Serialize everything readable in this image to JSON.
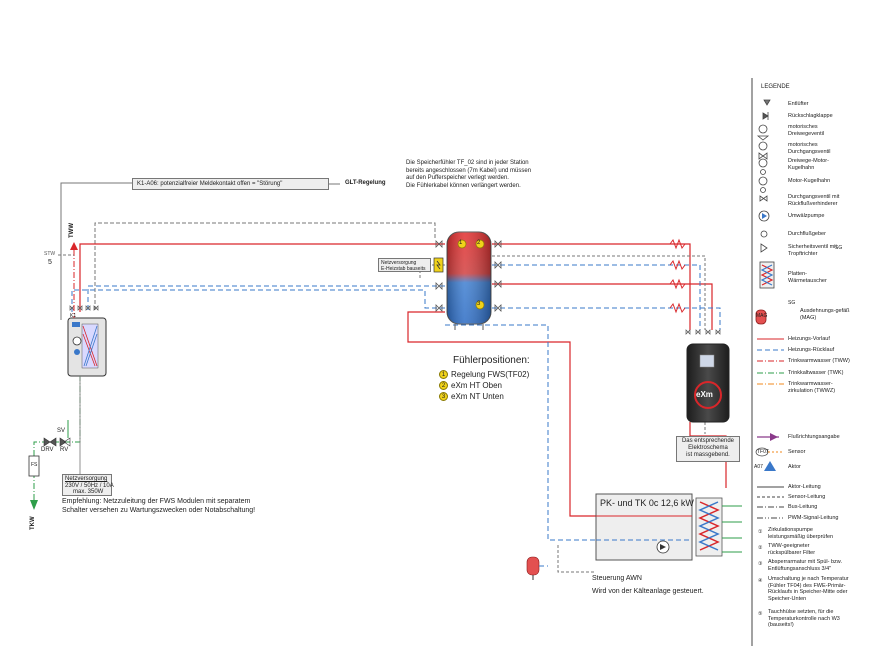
{
  "notes": {
    "sensor_note": [
      "Die Speicherfühler TF_02 sind in jeder Station",
      "bereits angeschlossen (7m Kabel) und müssen",
      "auf den Pufferspeicher verlegt werden.",
      "Die Fühlerkabel können verlängert werden."
    ],
    "k1_label": "K1-A06: potenzialfreier Meldekontakt offen = \"Störung\"",
    "glt_label": "GLT-Regelung",
    "heater_label": [
      "Netzversorgung",
      "E-Heizstab bauseits"
    ],
    "elektro_note": [
      "Das entsprechende",
      "Elektroschema",
      "ist massgebend."
    ],
    "power_supply": [
      "Netzversorgung",
      "230V / 50Hz / 10A",
      "max. 350W"
    ],
    "recommendation": [
      "Empfehlung: Netzzuleitung der FWS Modulen mit separatem",
      "Schalter versehen zu Wartungszwecken oder Notabschaltung!"
    ],
    "awn_title": "Steuerung AWN",
    "awn_text": "Wird von der Kälteanlage gesteuert."
  },
  "labels": {
    "tww": "TWW",
    "tkw": "TKW",
    "stw": "STW",
    "stw_num": "5",
    "sv": "SV",
    "drv": "DRV",
    "rv": "RV",
    "fs": "FS",
    "k1": "K1",
    "exm": "eXm",
    "pk_title": "PK- und TK 0c 12,6 kW"
  },
  "sensors": {
    "title": "Fühlerpositionen:",
    "items": [
      {
        "num": "1",
        "text": "Regelung FWS(TF02)"
      },
      {
        "num": "2",
        "text": "eXm HT Oben"
      },
      {
        "num": "3",
        "text": "eXm NT Unten"
      }
    ]
  },
  "legend": {
    "title": "LEGENDE",
    "items": [
      {
        "icon": "vent-icon",
        "text": "Entlüfter"
      },
      {
        "icon": "check-valve-icon",
        "text": "Rückschlagklappe"
      },
      {
        "icon": "three-way-valve-icon",
        "text": "motorisches Dreiwegeventil"
      },
      {
        "icon": "two-way-valve-icon",
        "text": "motorisches Durchgangsventil"
      },
      {
        "icon": "three-way-ball-icon",
        "text": "Dreiwege-Motor-Kugelhahn"
      },
      {
        "icon": "ball-valve-icon",
        "text": "Motor-Kugelhahn"
      },
      {
        "icon": "straight-valve-icon",
        "text": "Durchgangsventil mit Rückflußverhinderer"
      },
      {
        "icon": "pump-icon",
        "text": "Umwälzpumpe"
      },
      {
        "icon": "flow-sensor-icon",
        "text": "Durchflußgeber"
      },
      {
        "icon": "safety-valve-icon",
        "text": "Sicherheitsventil mit Tropftrichter",
        "tag": "SG"
      },
      {
        "icon": "plate-hx-icon",
        "text": "Platten-Wärmetauscher"
      },
      {
        "icon": "expansion-vessel-icon",
        "text": "Ausdehnungs-gefäß (MAG)",
        "tag": "SG",
        "tag2": "MAG"
      }
    ],
    "lines": [
      {
        "text": "Heizungs-Vorlauf",
        "color": "#d9262a",
        "dash": ""
      },
      {
        "text": "Heizungs-Rücklauf",
        "color": "#3a78c9",
        "dash": "5,3"
      },
      {
        "text": "Trinkwarmwasser (TWW)",
        "color": "#d9262a",
        "dash": "6,2,1,2"
      },
      {
        "text": "Trinkkaltwasser (TWK)",
        "color": "#2e9e4a",
        "dash": "6,2,1,2"
      },
      {
        "text": "Trinkwarmwasser-zirkulation (TWWZ)",
        "color": "#f08a1c",
        "dash": "6,2,1,2"
      }
    ],
    "misc": [
      {
        "icon": "flow-arrow-icon",
        "text": "Flußrichtungsangabe"
      },
      {
        "icon": "sensor-icon",
        "text": "Sensor",
        "tag": "TF07"
      },
      {
        "icon": "actuator-icon",
        "text": "Aktor",
        "tag": "A07"
      }
    ],
    "cables": [
      {
        "text": "Aktor-Leitung",
        "dash": ""
      },
      {
        "text": "Sensor-Leitung",
        "dash": "3,2"
      },
      {
        "text": "Bus-Leitung",
        "dash": "6,2,1,2"
      },
      {
        "text": "PWM-Signal-Leitung",
        "dash": "6,2,1,2,1,2"
      }
    ],
    "notes": [
      {
        "num": "1",
        "text": "Zirkulationspumpe leistungsmäßig überprüfen"
      },
      {
        "num": "2",
        "text": "TWW-geeigneter rückspülbarer Filter"
      },
      {
        "num": "3",
        "text": "Absperrarmatur mit Spül- bzw. Entlüftungsanschluss 3/4\""
      },
      {
        "num": "4",
        "text": "Umschaltung je nach Temperatur (Fühler TF04) des FWE-Primär-Rücklaufs in Speicher-Mitte oder Speicher-Unten"
      },
      {
        "num": "5",
        "text": "Tauchhülse setzten, für die Temperaturkontrolle nach W3 (bauseits!)"
      }
    ]
  },
  "colors": {
    "supply": "#d9262a",
    "return": "#3a78c9",
    "cold": "#2e9e4a",
    "signal": "#666666"
  }
}
